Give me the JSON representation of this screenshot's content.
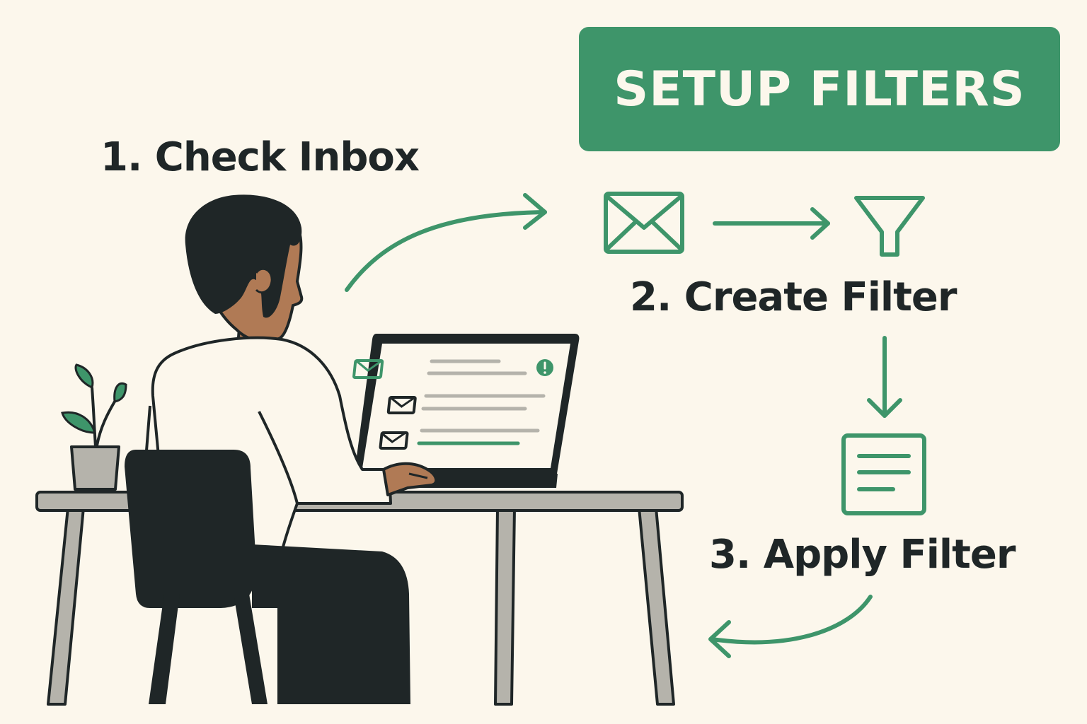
{
  "title": "SETUP FILTERS",
  "steps": [
    {
      "label": "1. Check Inbox"
    },
    {
      "label": "2. Create Filter"
    },
    {
      "label": "3. Apply Filter"
    }
  ],
  "icons": [
    "envelope-icon",
    "funnel-icon",
    "document-icon",
    "plant-icon",
    "laptop-icon",
    "alert-icon"
  ],
  "colors": {
    "background": "#fcf7ec",
    "accent": "#3e956a",
    "ink": "#1f2627",
    "skin": "#b07a55",
    "desk": "#b5b3ab"
  }
}
